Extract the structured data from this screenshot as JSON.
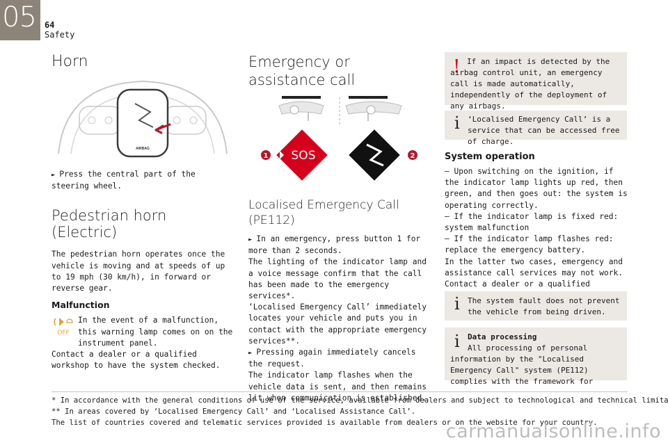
{
  "header": {
    "chapter": "05",
    "page_number": "64",
    "section": "Safety"
  },
  "horn": {
    "title": "Horn",
    "illustration_label": "AIRBAG",
    "instruction": "Press the central part of the steering wheel."
  },
  "pedestrian": {
    "title": "Pedestrian horn (Electric)",
    "body": "The pedestrian horn operates once the vehicle is moving and at speeds of up to 19 mph (30 km/h), in forward or reverse gear.",
    "malfunction_title": "Malfunction",
    "warning_icon_text": "OFF",
    "malfunction_text": "In the event of a malfunction, this warning lamp comes on on the instrument panel.",
    "malfunction_text2": "Contact a dealer or a qualified workshop to have the system checked."
  },
  "emergency": {
    "title": "Emergency or assistance call",
    "sos_label": "SOS",
    "callout_1": "1",
    "callout_2": "2",
    "subtitle": "Localised Emergency Call (PE112)",
    "instruction1": "In an emergency, press button 1 for more than 2 seconds.",
    "p1": "The lighting of the indicator lamp and a voice message confirm that the call has been made to the emergency services*.",
    "p2": "‘Localised Emergency Call’ immediately locates your vehicle and puts you in contact with the appropriate emergency services**.",
    "instruction2": "Pressing again immediately cancels the request.",
    "p3": "The indicator lamp flashes when the vehicle data is sent, and then remains lit when communication is established."
  },
  "right": {
    "note_impact": "If an impact is detected by the airbag control unit, an emergency call is made automatically, independently of the deployment of any airbags.",
    "note_free": "‘Localised Emergency Call’ is a service that can be accessed free of charge.",
    "system_title": "System operation",
    "system_body": [
      "–  Upon switching on the ignition, if the indicator lamp lights up red, then green, and then goes out: the system is operating correctly.",
      "–  If the indicator lamp is fixed red: system malfunction",
      "–  If the indicator lamp flashes red: replace the emergency battery.",
      "In the latter two cases, emergency and assistance call services may not work.",
      "Contact a dealer or a qualified repairer as soon as possible."
    ],
    "note_fault": "The system fault does not prevent the vehicle from being driven.",
    "data_title": "Data processing",
    "data_body": "All processing of personal information by the \"Localised Emergency Call\" system (PE112) complies with the framework for"
  },
  "footnotes": [
    "*  In accordance with the general conditions of use of the service, available from dealers and subject to technological and technical limitations.",
    "** In areas covered by ‘Localised Emergency Call’ and ‘Localised Assistance Call’.",
    "The list of countries covered and telematic services provided is available from dealers or on the website for your country."
  ],
  "watermark": "carmanualsonline.info",
  "colors": {
    "tab": "#8c8478",
    "alert_red": "#d6001c",
    "note_bg": "#ece9e5",
    "warning_orange": "#e8a23a"
  }
}
